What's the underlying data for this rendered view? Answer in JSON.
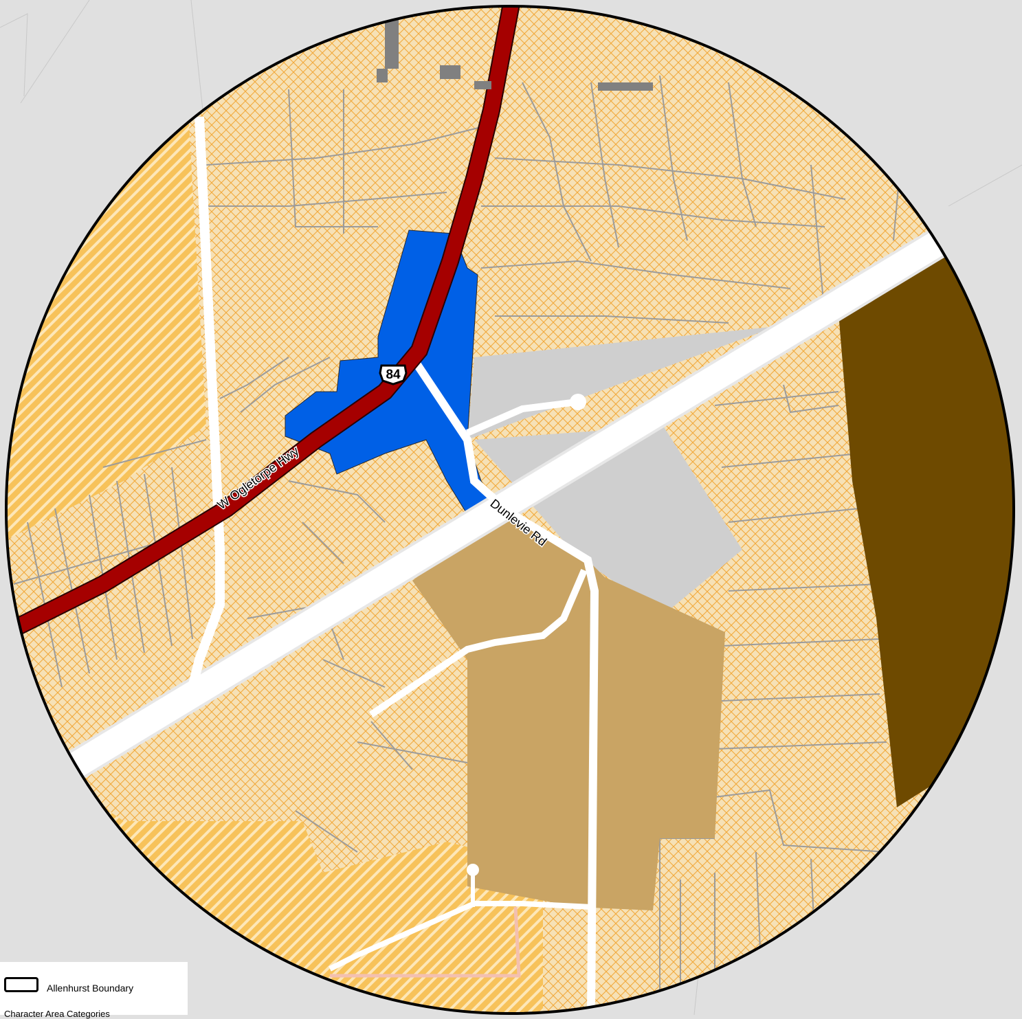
{
  "map": {
    "roads": [
      {
        "name": "W Ogletorpe Hwy"
      },
      {
        "name": "Dunlevie Rd"
      }
    ],
    "route_shield": "84",
    "colors": {
      "background": "#e0e0e0",
      "residential_fill": "#f6e1b6",
      "residential_hatch": "#f2a93b",
      "striped_fill": "#f7c25a",
      "commercial": "#0060e6",
      "highway": "#a50000",
      "institutional": "#cfcfcf",
      "tan_area": "#c9a464",
      "brown_area": "#6e4a00",
      "boundary": "#000000"
    }
  },
  "legend": {
    "boundary_label": "Allenhurst Boundary",
    "categories_heading": "Character Area Categories"
  }
}
